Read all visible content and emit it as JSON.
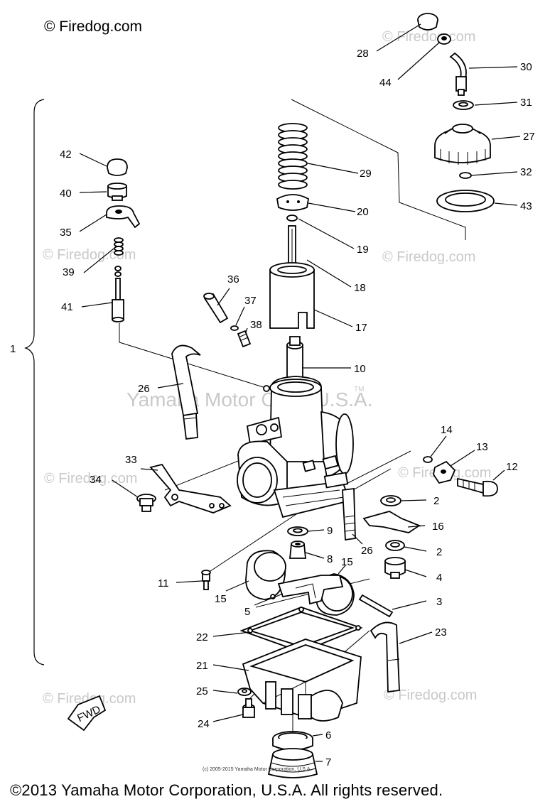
{
  "watermark_top": "© Firedog.com",
  "watermark_repeat": "© Firedog.com",
  "watermark_center": "Yamaha Motor Corp, U.S.A.",
  "watermark_tm": "TM",
  "copyright_small": "(c) 2005-2015 Yamaha Motor Corporation, U.S.A.",
  "copyright_bottom": "©2013 Yamaha Motor Corporation, U.S.A. All rights reserved.",
  "fwd_mark": "FWD",
  "assembly_label": "1",
  "callouts": {
    "c2a": "2",
    "c2b": "2",
    "c3": "3",
    "c4": "4",
    "c5": "5",
    "c6": "6",
    "c7": "7",
    "c8": "8",
    "c9": "9",
    "c10": "10",
    "c11": "11",
    "c12": "12",
    "c13": "13",
    "c14": "14",
    "c15a": "15",
    "c15b": "15",
    "c16": "16",
    "c17": "17",
    "c18": "18",
    "c19": "19",
    "c20": "20",
    "c21": "21",
    "c22": "22",
    "c23": "23",
    "c24": "24",
    "c25": "25",
    "c26a": "26",
    "c26b": "26",
    "c27": "27",
    "c28": "28",
    "c29": "29",
    "c30": "30",
    "c31": "31",
    "c32": "32",
    "c33": "33",
    "c34": "34",
    "c35": "35",
    "c36": "36",
    "c37": "37",
    "c38": "38",
    "c39": "39",
    "c40": "40",
    "c41": "41",
    "c42": "42",
    "c43": "43",
    "c44": "44"
  }
}
